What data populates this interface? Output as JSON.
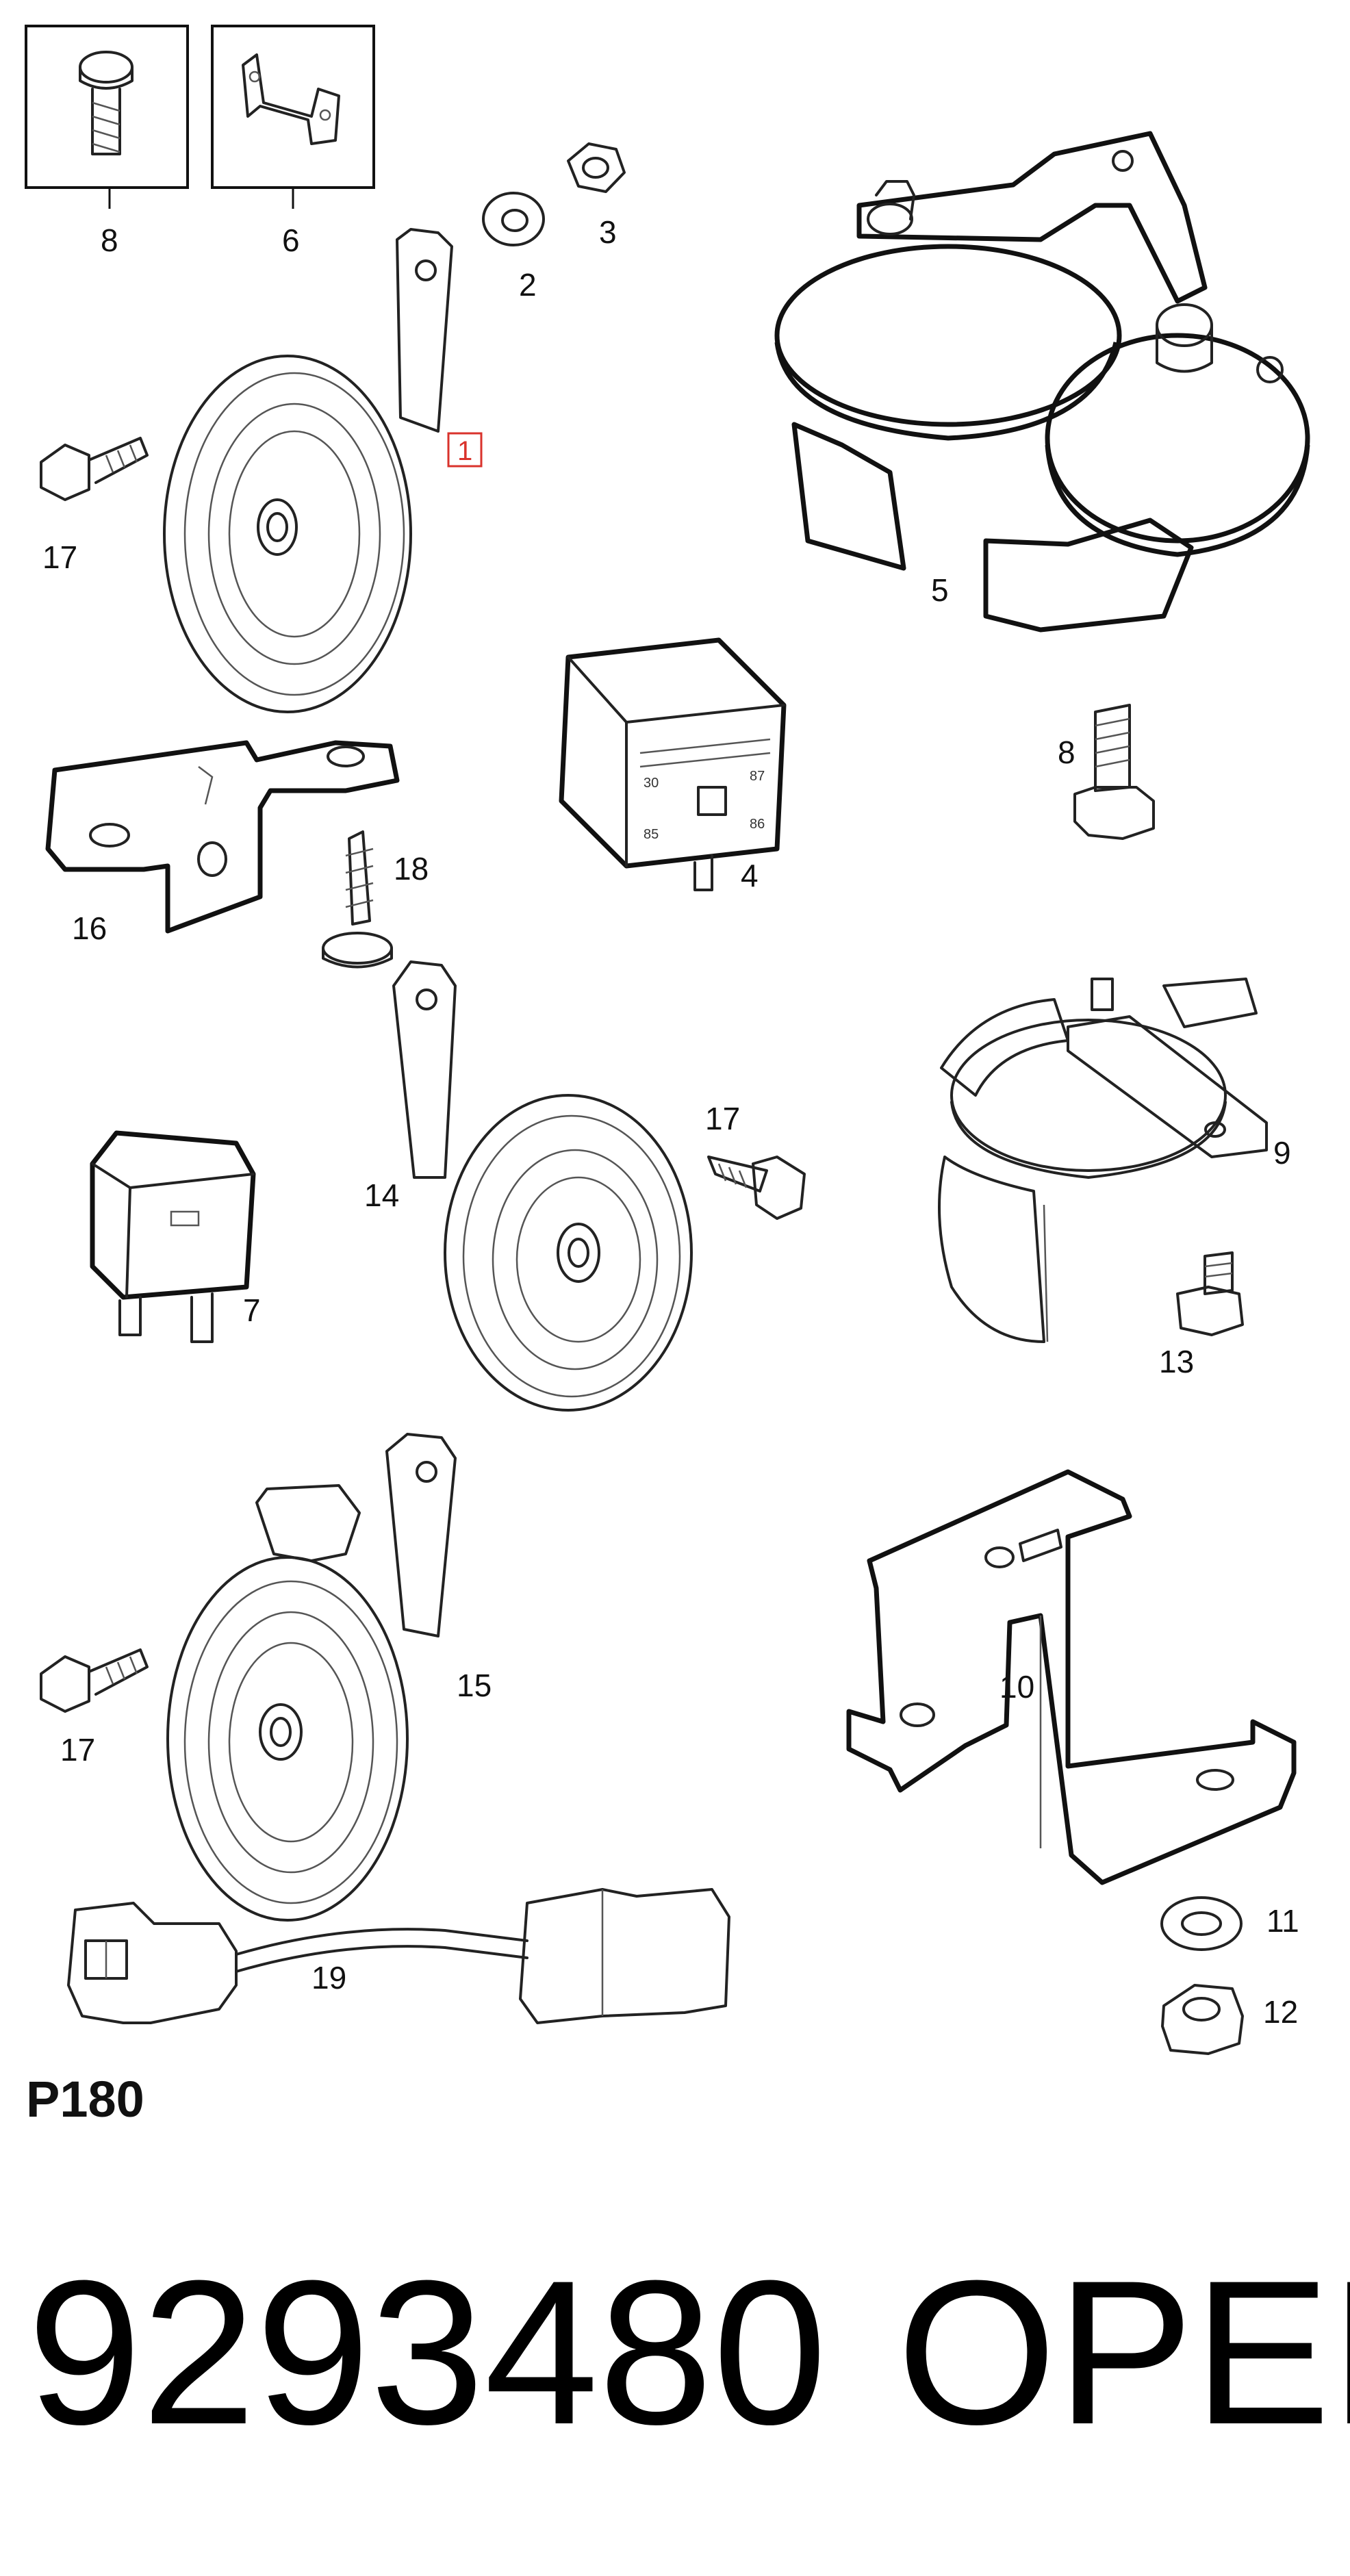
{
  "labels": {
    "p1": "1",
    "p2": "2",
    "p3": "3",
    "p4": "4",
    "p5": "5",
    "p6": "6",
    "p7": "7",
    "p8a": "8",
    "p8b": "8",
    "p9": "9",
    "p10": "10",
    "p11": "11",
    "p12": "12",
    "p13": "13",
    "p14": "14",
    "p15": "15",
    "p16": "16",
    "p17a": "17",
    "p17b": "17",
    "p17c": "17",
    "p18": "18",
    "p19": "19"
  },
  "page_code": "P180",
  "part_number": "9293480",
  "brand": "OPEL",
  "colors": {
    "highlight": "#d9332c",
    "ink": "#222222"
  }
}
